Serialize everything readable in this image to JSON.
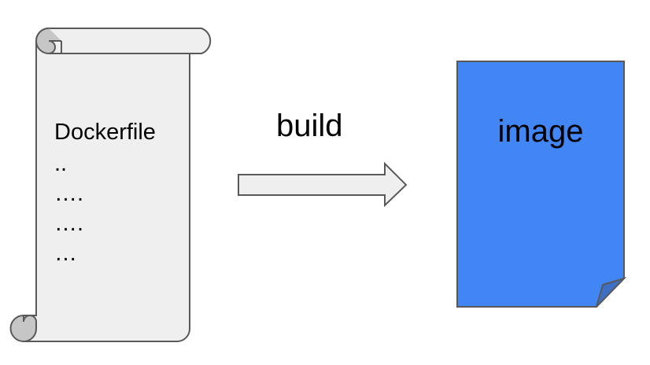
{
  "dockerfile": {
    "title": "Dockerfile",
    "lines": [
      "..",
      "….",
      "….",
      "…"
    ]
  },
  "arrow": {
    "label": "build"
  },
  "image": {
    "label": "image"
  },
  "colors": {
    "scroll_fill": "#efefef",
    "scroll_stroke": "#595959",
    "scroll_curl": "#c6c6c6",
    "arrow_fill": "#efefef",
    "image_fill": "#4285f4",
    "image_fold": "#3d6fc4",
    "image_stroke": "#595959"
  }
}
